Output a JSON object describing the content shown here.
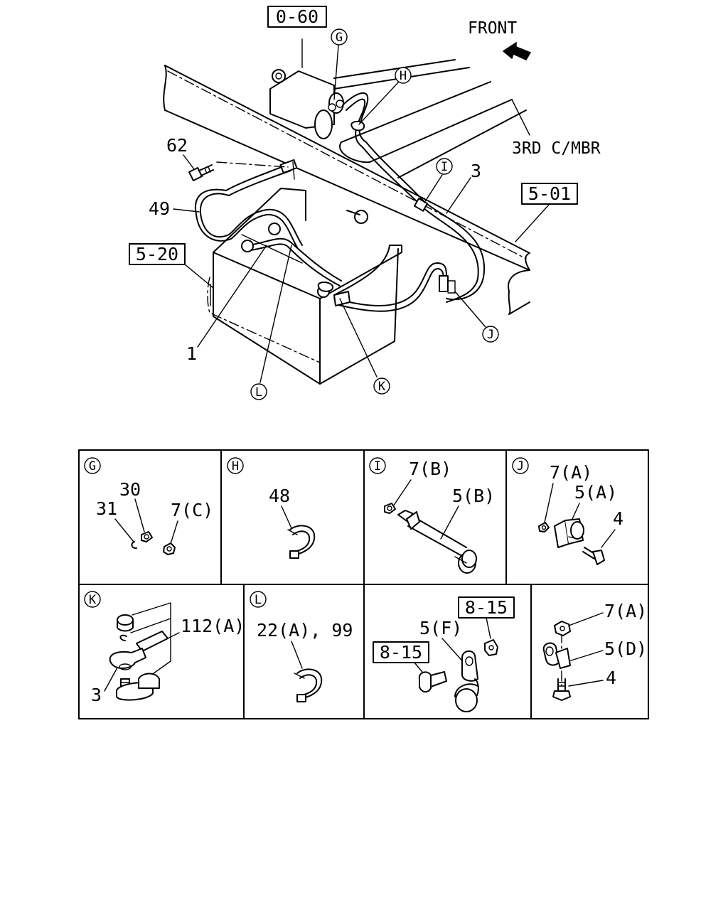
{
  "diagram": {
    "front_label": "FRONT",
    "crossmember_label": "3RD C/MBR",
    "ref_boxes": {
      "r0_60": "0-60",
      "r5_01": "5-01",
      "r5_20": "5-20"
    },
    "callouts": {
      "G": "G",
      "H": "H",
      "I": "I",
      "J": "J",
      "K": "K",
      "L": "L"
    },
    "numbers": {
      "n62": "62",
      "n49": "49",
      "n3": "3",
      "n1": "1"
    }
  },
  "details": {
    "G": {
      "letter": "G",
      "labels": {
        "p30": "30",
        "p31": "31",
        "p7c": "7(C)"
      }
    },
    "H": {
      "letter": "H",
      "labels": {
        "p48": "48"
      }
    },
    "I": {
      "letter": "I",
      "labels": {
        "p7b": "7(B)",
        "p5b": "5(B)"
      }
    },
    "J": {
      "letter": "J",
      "labels": {
        "p7a": "7(A)",
        "p5a": "5(A)",
        "p4": "4"
      }
    },
    "K": {
      "letter": "K",
      "labels": {
        "p112a": "112(A)",
        "p3": "3"
      }
    },
    "L": {
      "letter": "L",
      "labels": {
        "p22a99": "22(A), 99"
      }
    },
    "F": {
      "labels": {
        "p5f": "5(F)",
        "r8_15a": "8-15",
        "r8_15b": "8-15"
      }
    },
    "D": {
      "labels": {
        "p7a": "7(A)",
        "p5d": "5(D)",
        "p4": "4"
      }
    }
  }
}
